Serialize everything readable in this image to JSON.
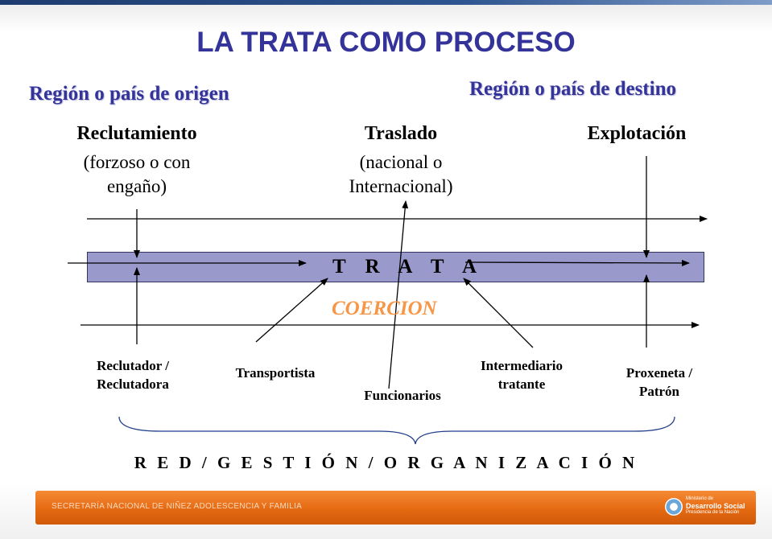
{
  "title": "LA TRATA COMO PROCESO",
  "regions": {
    "origin": "Región o país de origen",
    "destination": "Región o país de destino"
  },
  "stages": {
    "recruitment": {
      "heading": "Reclutamiento",
      "line1": "(forzoso o con",
      "line2": "engaño)"
    },
    "transfer": {
      "heading": "Traslado",
      "line1": "(nacional o",
      "line2": "Internacional)"
    },
    "exploitation": {
      "heading": "Explotación"
    }
  },
  "band_label": "T R A T A",
  "coercion_label": "COERCION",
  "actors": {
    "recruiter": {
      "line1": "Reclutador /",
      "line2": "Reclutadora"
    },
    "transporter": {
      "line1": "Transportista"
    },
    "officials": {
      "line1": "Funcionarios"
    },
    "intermediary": {
      "line1": "Intermediario",
      "line2": "tratante"
    },
    "pimp": {
      "line1": "Proxeneta /",
      "line2": "Patrón"
    }
  },
  "network_label": "R E D / G E S T I Ó N / O R G A N I Z A C I Ó N",
  "footer": {
    "text": "SECRETARÍA NACIONAL DE NIÑEZ ADOLESCENCIA Y FAMILIA",
    "logo_line1": "Ministerio de",
    "logo_line2": "Desarrollo Social",
    "logo_line3": "Presidencia de la Nación"
  },
  "colors": {
    "title": "#333399",
    "band_fill": "#9999cc",
    "coercion": "#f79646",
    "footer": "#e56a12"
  }
}
